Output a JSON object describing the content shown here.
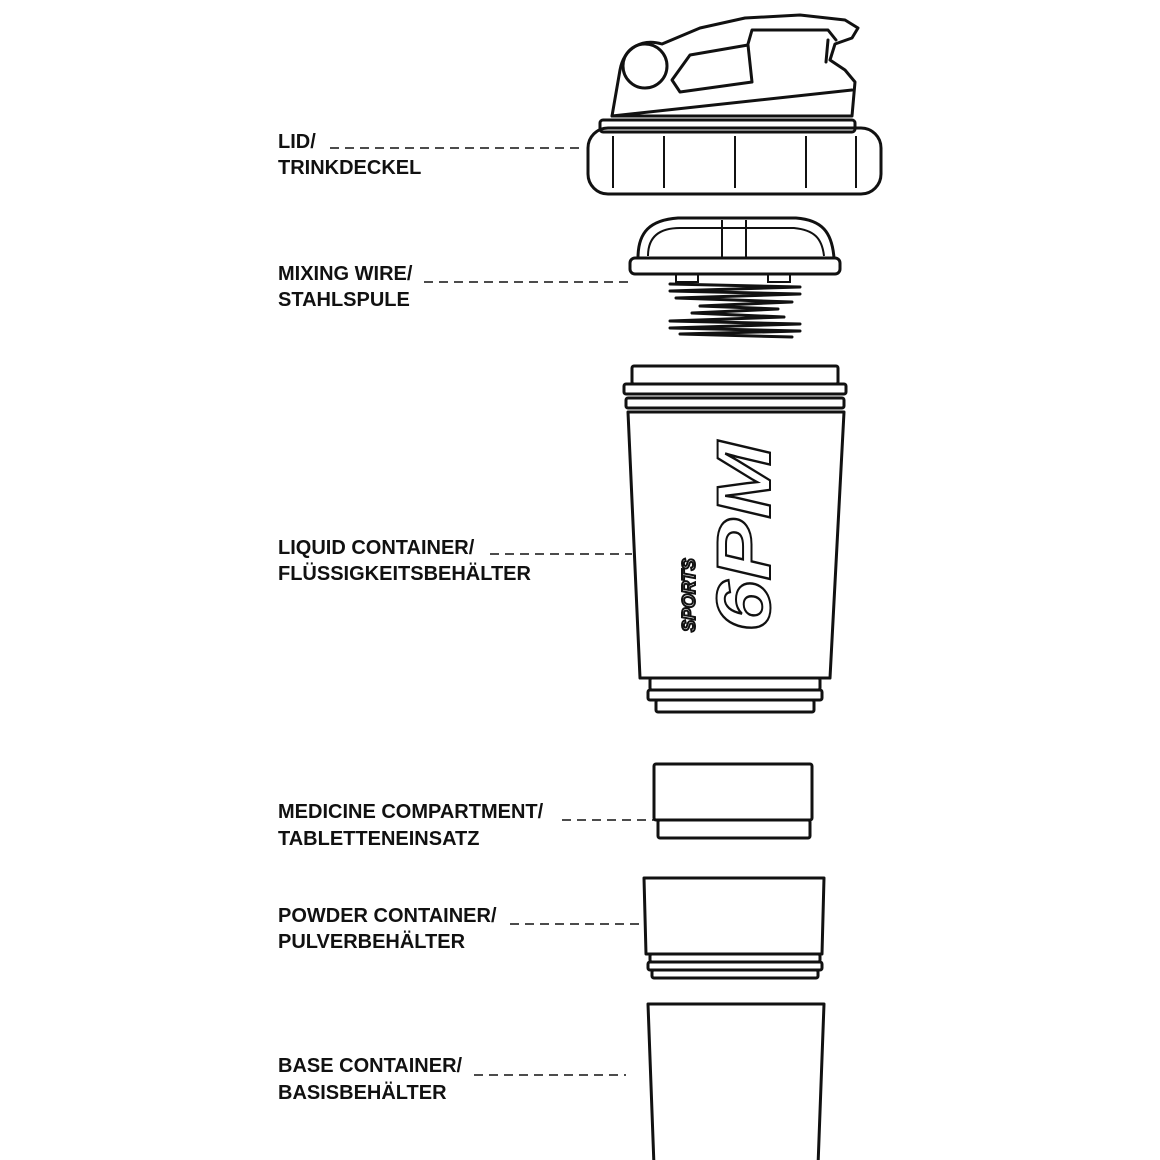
{
  "colors": {
    "line": "#111111",
    "background": "#ffffff"
  },
  "labels": {
    "lid": {
      "en": "LID/",
      "de": "TRINKDECKEL"
    },
    "mixing_wire": {
      "en": "MIXING WIRE/",
      "de": "STAHLSPULE"
    },
    "liquid_container": {
      "en": "LIQUID CONTAINER/",
      "de": "FLÜSSIGKEITSBEHÄLTER"
    },
    "medicine_compartment": {
      "en": "MEDICINE COMPARTMENT/",
      "de": "TABLETTENEINSATZ"
    },
    "powder_container": {
      "en": "POWDER CONTAINER/",
      "de": "PULVERBEHÄLTER"
    },
    "base_container": {
      "en": "BASE CONTAINER/",
      "de": "BASISBEHÄLTER"
    }
  },
  "logo": {
    "small": "SPORTS",
    "large": "6PM"
  }
}
